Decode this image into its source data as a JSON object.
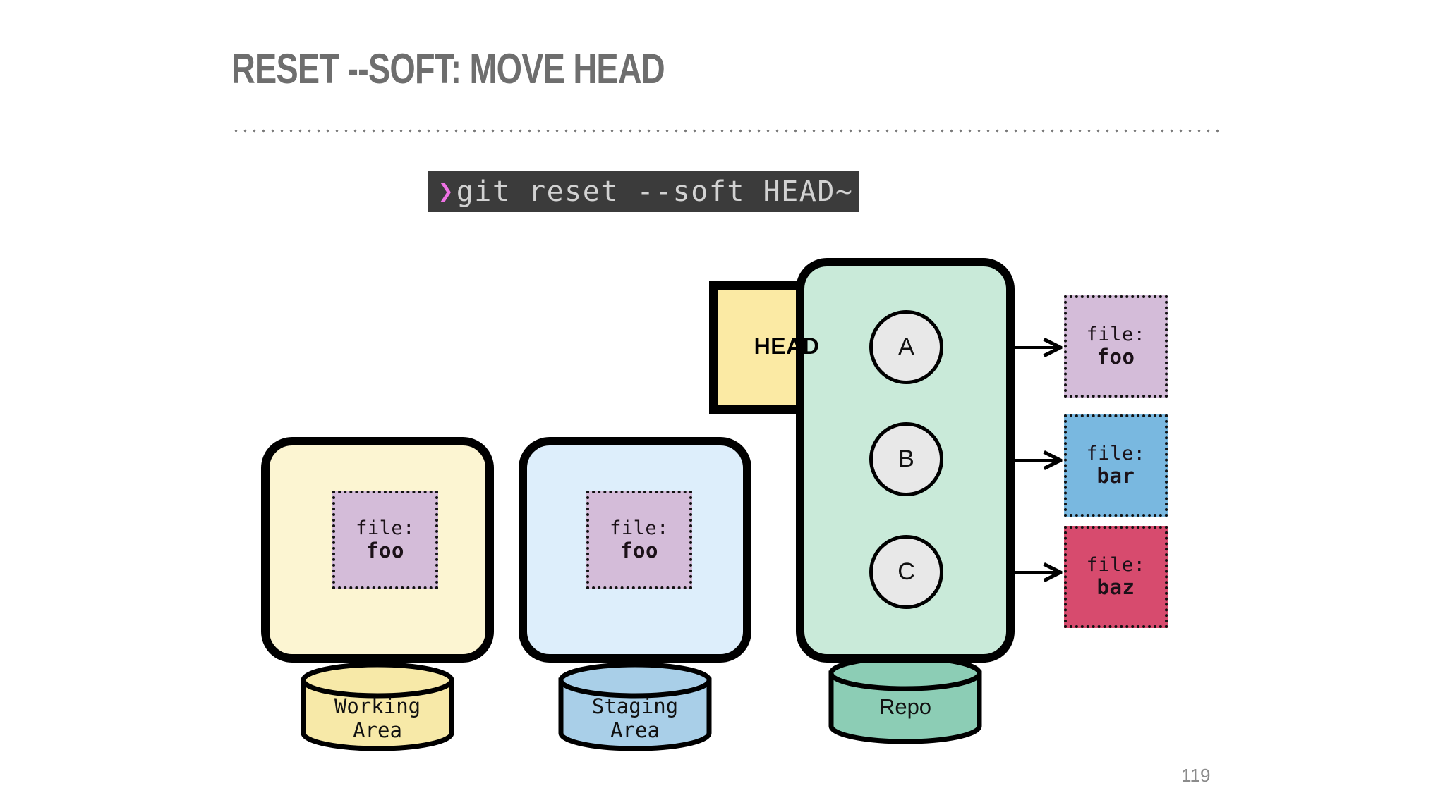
{
  "slide": {
    "title": "RESET --SOFT: MOVE HEAD",
    "page_number": "119"
  },
  "command": {
    "prompt_glyph": "❯",
    "text": "git reset --soft HEAD~",
    "background_color": "#3b3b3b",
    "prompt_color": "#ef72e4",
    "text_color": "#d2d2d2"
  },
  "diagram": {
    "areas": [
      {
        "id": "working-area",
        "cylinder_label_line1": "Working",
        "cylinder_label_line2": "Area",
        "box_color": "#fcf5d2",
        "cylinder_color": "#f7e9a8",
        "files": [
          {
            "label": "file:",
            "value": "foo",
            "color": "#d4bcd9"
          }
        ]
      },
      {
        "id": "staging-area",
        "cylinder_label_line1": "Staging",
        "cylinder_label_line2": "Area",
        "box_color": "#ddeefb",
        "cylinder_color": "#a9cfe8",
        "files": [
          {
            "label": "file:",
            "value": "foo",
            "color": "#d4bcd9"
          }
        ]
      },
      {
        "id": "repo-area",
        "cylinder_label_line1": "Repo",
        "cylinder_label_line2": "",
        "box_color": "#c9ead9",
        "cylinder_color": "#8ccdb5",
        "files": [
          {
            "label": "file:",
            "value": "foo",
            "color": "#d4bcd9"
          },
          {
            "label": "file:",
            "value": "bar",
            "color": "#79b8e0"
          },
          {
            "label": "file:",
            "value": "baz",
            "color": "#d74b6e"
          }
        ]
      }
    ],
    "commits": [
      {
        "id": "a",
        "label": "A"
      },
      {
        "id": "b",
        "label": "B"
      },
      {
        "id": "c",
        "label": "C"
      }
    ],
    "head": {
      "label": "HEAD",
      "points_to": "A",
      "fill_color": "#fbeaa4",
      "border_color": "#000000"
    }
  }
}
